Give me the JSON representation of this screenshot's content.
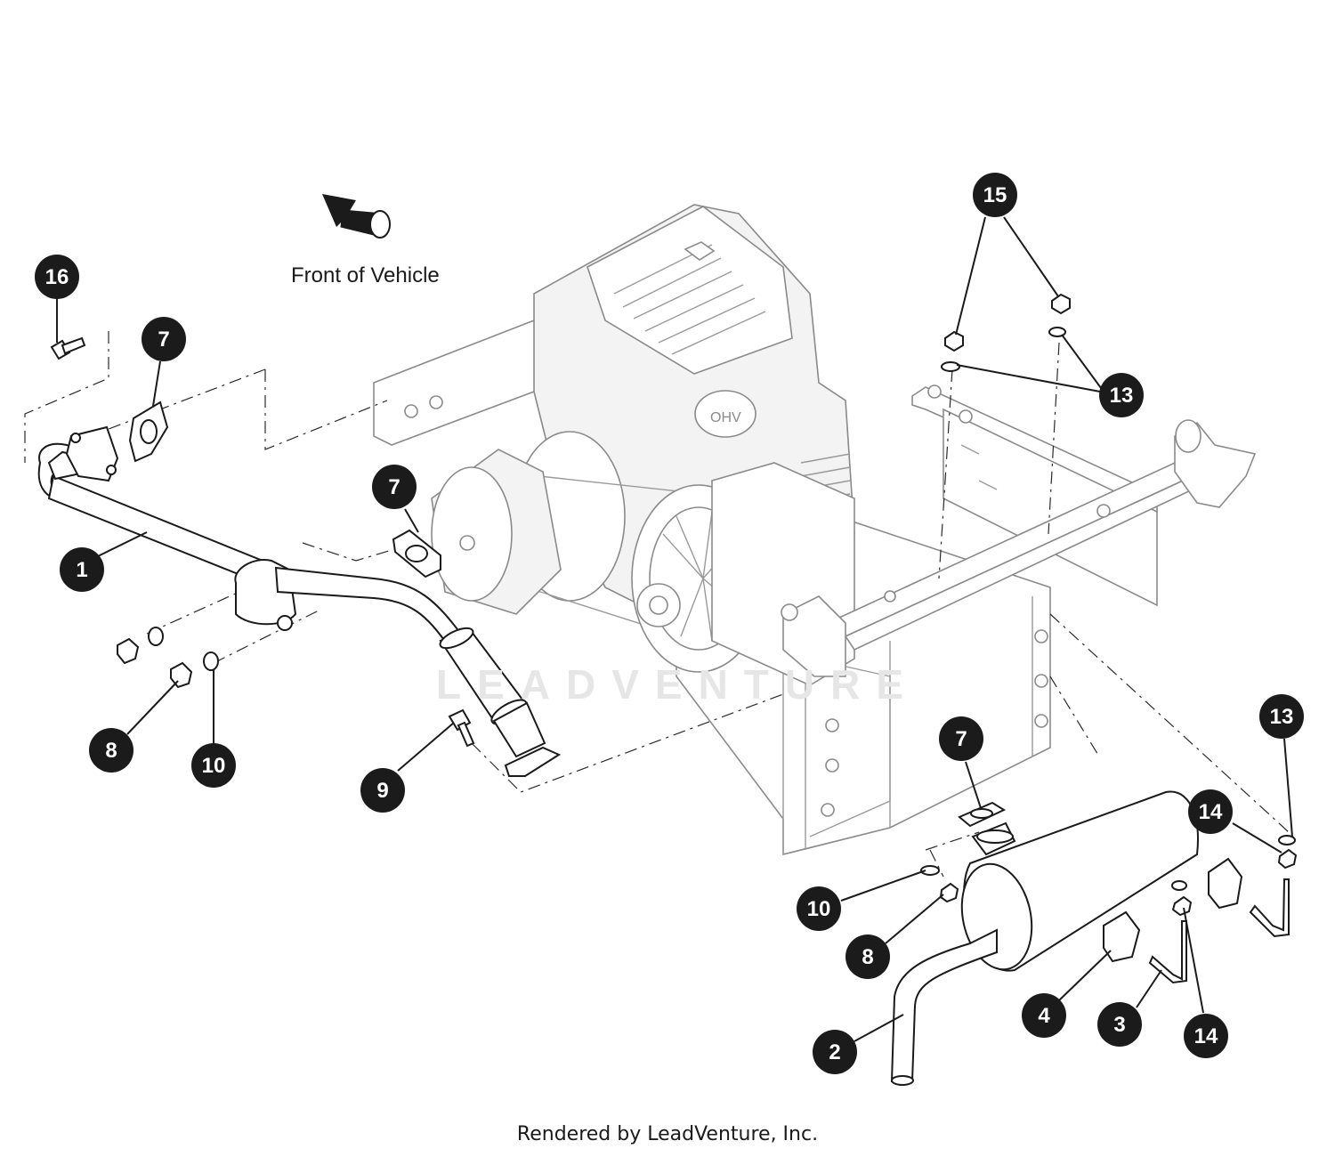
{
  "orientation": {
    "label": "Front of Vehicle",
    "arrow_icon": "front-direction-arrow-icon"
  },
  "watermark": "LEADVENTURE",
  "footer": "Rendered by LeadVenture, Inc.",
  "callouts": [
    {
      "id": "c16",
      "label": "16"
    },
    {
      "id": "c7a",
      "label": "7"
    },
    {
      "id": "c1",
      "label": "1"
    },
    {
      "id": "c7b",
      "label": "7"
    },
    {
      "id": "c8a",
      "label": "8"
    },
    {
      "id": "c10a",
      "label": "10"
    },
    {
      "id": "c9",
      "label": "9"
    },
    {
      "id": "c15",
      "label": "15"
    },
    {
      "id": "c13a",
      "label": "13"
    },
    {
      "id": "c7c",
      "label": "7"
    },
    {
      "id": "c13b",
      "label": "13"
    },
    {
      "id": "c14a",
      "label": "14"
    },
    {
      "id": "c10b",
      "label": "10"
    },
    {
      "id": "c8b",
      "label": "8"
    },
    {
      "id": "c4",
      "label": "4"
    },
    {
      "id": "c3",
      "label": "3"
    },
    {
      "id": "c14b",
      "label": "14"
    },
    {
      "id": "c2",
      "label": "2"
    }
  ]
}
